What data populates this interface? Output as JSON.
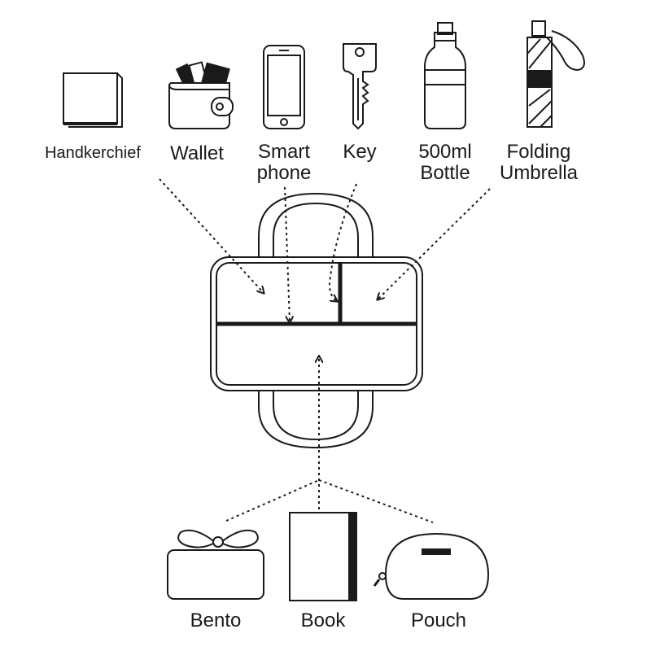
{
  "items_top": {
    "handkerchief": "Handkerchief",
    "wallet": "Wallet",
    "smartphone_line1": "Smart",
    "smartphone_line2": "phone",
    "key": "Key",
    "bottle_line1": "500ml",
    "bottle_line2": "Bottle",
    "umbrella_line1": "Folding",
    "umbrella_line2": "Umbrella"
  },
  "items_bottom": {
    "bento": "Bento",
    "book": "Book",
    "pouch": "Pouch"
  },
  "colors": {
    "ink": "#1a1a1a",
    "background": "#ffffff"
  },
  "icons": [
    "handkerchief-icon",
    "wallet-icon",
    "smartphone-icon",
    "key-icon",
    "bottle-icon",
    "umbrella-icon",
    "bag-icon",
    "bento-icon",
    "book-icon",
    "pouch-icon"
  ]
}
